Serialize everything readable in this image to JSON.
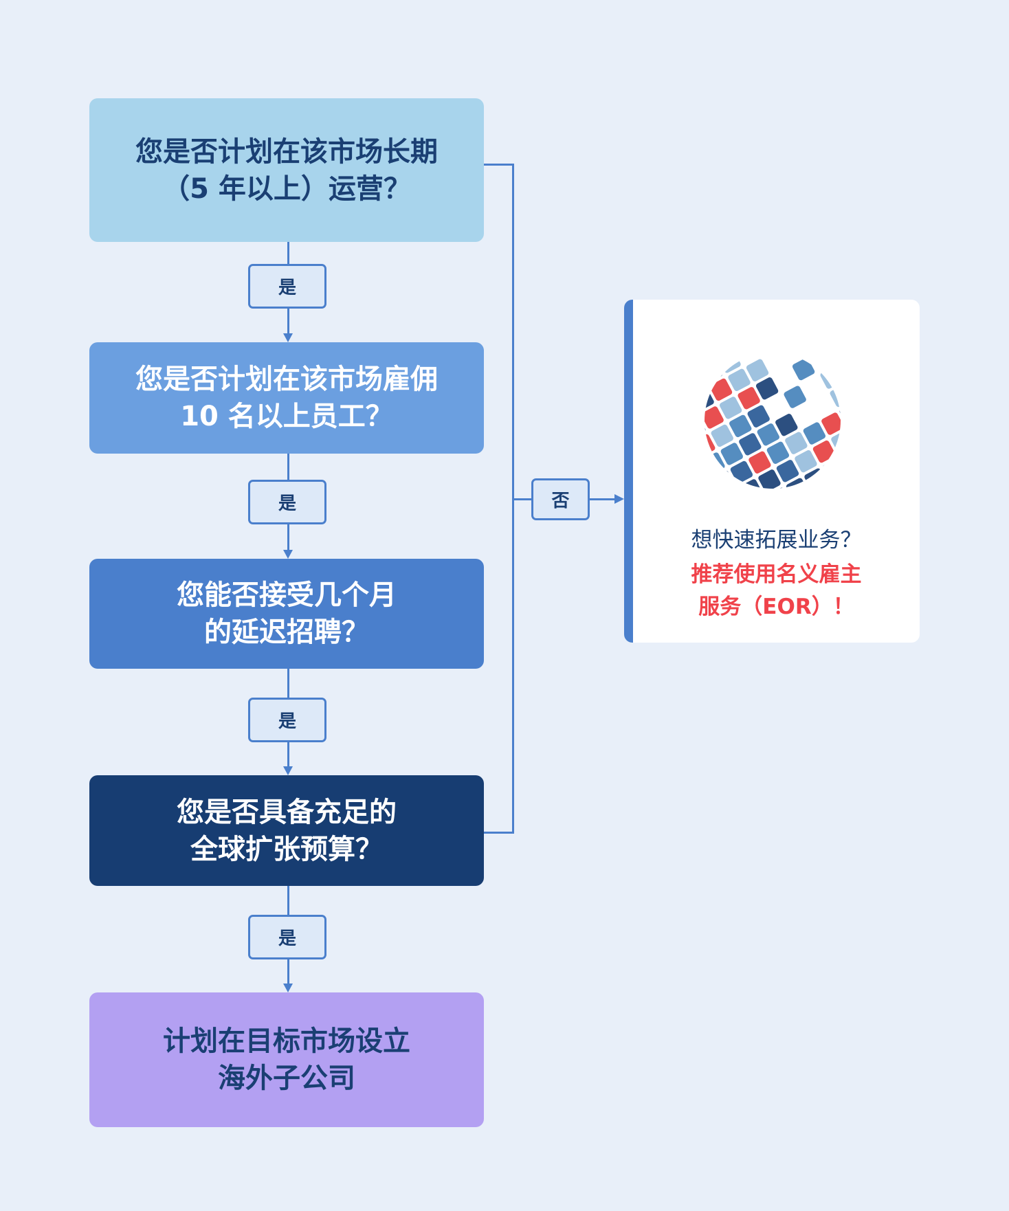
{
  "flow": {
    "q1": {
      "line1": "您是否计划在该市场长期",
      "line2": "（5 年以上）运营？"
    },
    "q2": {
      "line1": "您是否计划在该市场雇佣",
      "line2": "10 名以上员工？"
    },
    "q3": {
      "line1": "您能否接受几个月",
      "line2": "的延迟招聘？"
    },
    "q4": {
      "line1": "您是否具备充足的",
      "line2": "全球扩张预算？"
    },
    "result": {
      "line1": "计划在目标市场设立",
      "line2": "海外子公司"
    },
    "yes_label": "是",
    "no_label": "否"
  },
  "card": {
    "question": "想快速拓展业务？",
    "recommend_line1": "推荐使用名义雇主",
    "recommend_line2": "服务（EOR）！",
    "logo_icon": "globe-icon"
  },
  "colors": {
    "background": "#e8eff9",
    "q1": "#a8d4ec",
    "q2": "#6b9fe0",
    "q3": "#4a7fcc",
    "q4": "#173d72",
    "result": "#b3a0f2",
    "connector": "#4a7fcc",
    "dark_text": "#1a3f73",
    "accent_red": "#f0424a"
  }
}
